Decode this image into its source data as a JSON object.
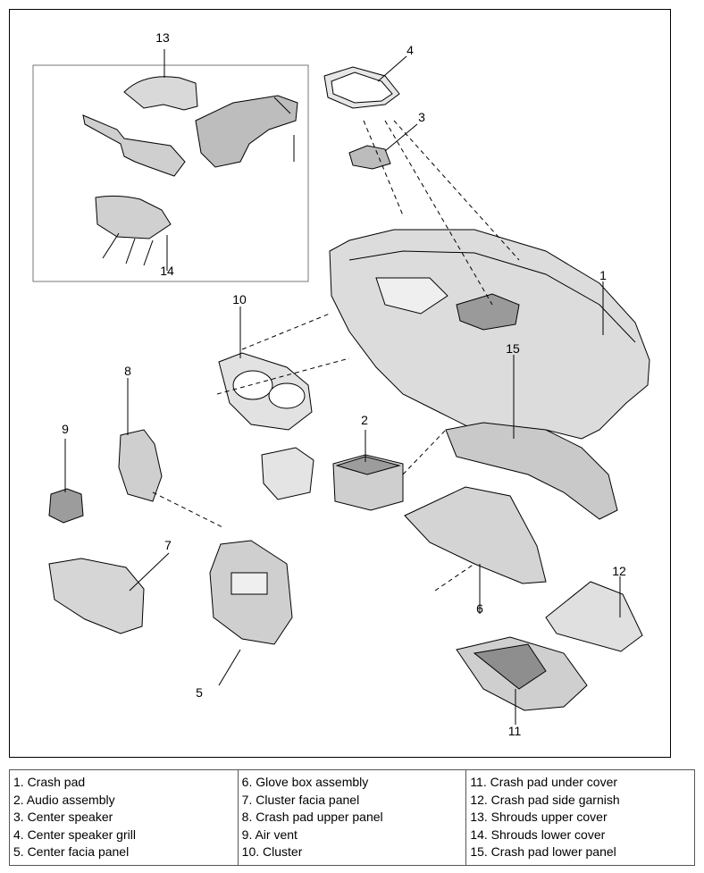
{
  "callouts": {
    "c1": "1",
    "c2": "2",
    "c3": "3",
    "c4": "4",
    "c5": "5",
    "c6": "6",
    "c7": "7",
    "c8": "8",
    "c9": "9",
    "c10": "10",
    "c11": "11",
    "c12": "12",
    "c13": "13",
    "c14": "14",
    "c15": "15"
  },
  "legend": {
    "col1": [
      "1. Crash pad",
      "2. Audio assembly",
      "3. Center speaker",
      "4. Center speaker grill",
      "5. Center facia panel"
    ],
    "col2": [
      "6. Glove box assembly",
      "7. Cluster facia panel",
      "8. Crash pad upper panel",
      "9. Air vent",
      "10. Cluster"
    ],
    "col3": [
      "11. Crash pad under cover",
      "12. Crash pad side garnish",
      "13. Shrouds upper cover",
      "14. Shrouds lower cover",
      "15. Crash pad lower panel"
    ]
  },
  "colors": {
    "line": "#000000",
    "part_fill": "#d9d9d9",
    "part_dark": "#8a8a8a",
    "background": "#ffffff"
  }
}
